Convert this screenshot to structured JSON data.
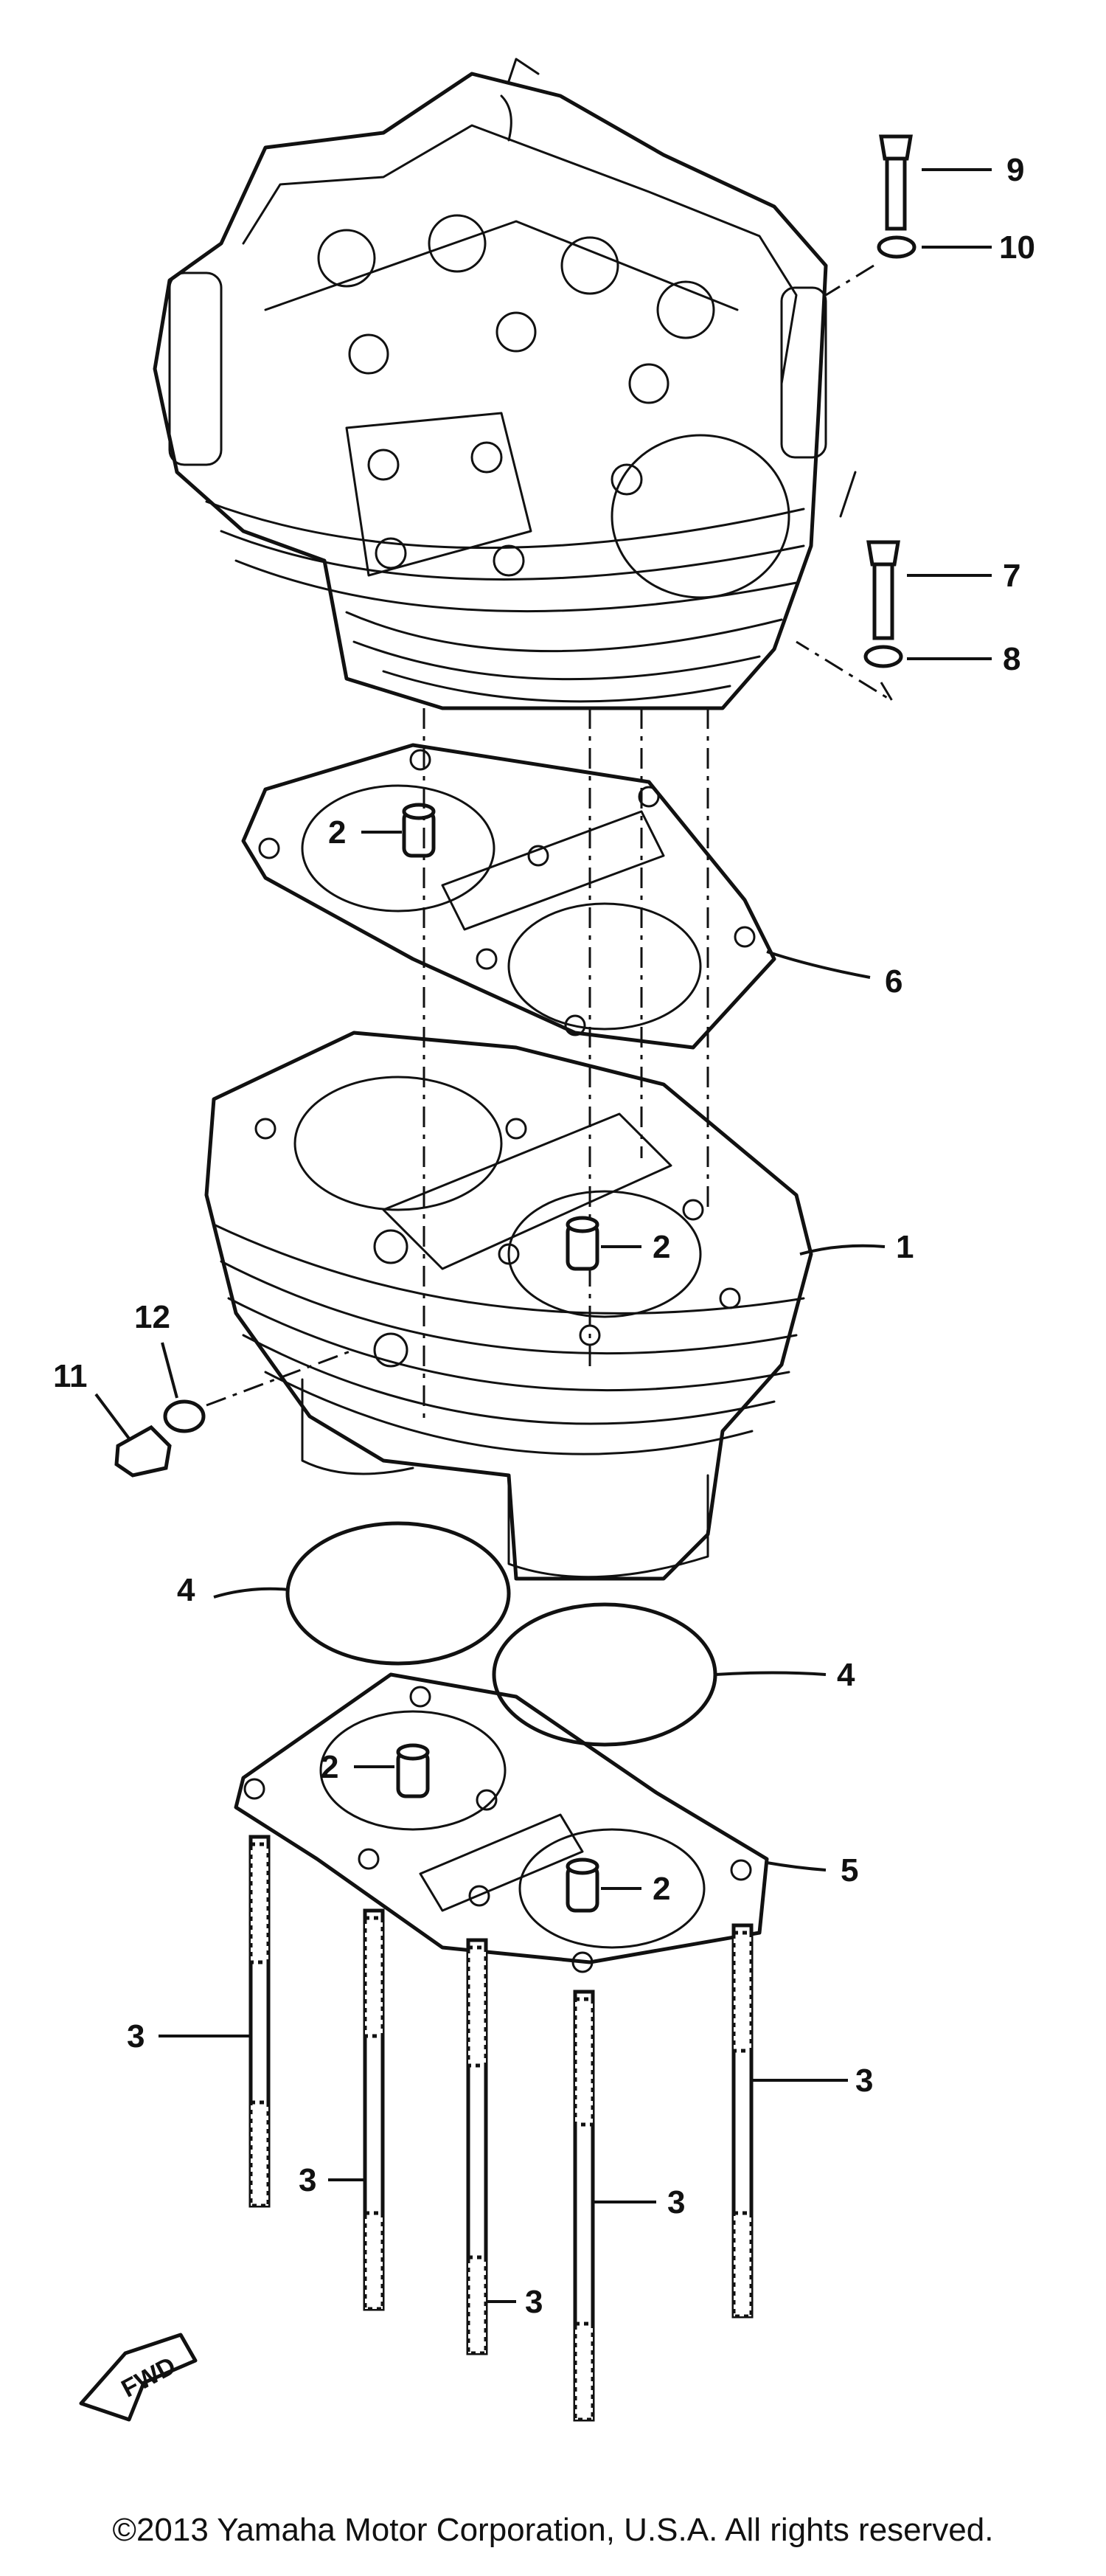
{
  "callouts": [
    {
      "id": "c9",
      "text": "9"
    },
    {
      "id": "c10",
      "text": "10"
    },
    {
      "id": "c7",
      "text": "7"
    },
    {
      "id": "c8",
      "text": "8"
    },
    {
      "id": "c2a",
      "text": "2"
    },
    {
      "id": "c6",
      "text": "6"
    },
    {
      "id": "c2b",
      "text": "2"
    },
    {
      "id": "c1",
      "text": "1"
    },
    {
      "id": "c12",
      "text": "12"
    },
    {
      "id": "c11",
      "text": "11"
    },
    {
      "id": "c4a",
      "text": "4"
    },
    {
      "id": "c4b",
      "text": "4"
    },
    {
      "id": "c2c",
      "text": "2"
    },
    {
      "id": "c2d",
      "text": "2"
    },
    {
      "id": "c5",
      "text": "5"
    },
    {
      "id": "c3a",
      "text": "3"
    },
    {
      "id": "c3b",
      "text": "3"
    },
    {
      "id": "c3c",
      "text": "3"
    },
    {
      "id": "c3d",
      "text": "3"
    },
    {
      "id": "c3e",
      "text": "3"
    }
  ],
  "fwd_marker": "FWD",
  "copyright": "©2013 Yamaha Motor Corporation, U.S.A. All rights reserved."
}
